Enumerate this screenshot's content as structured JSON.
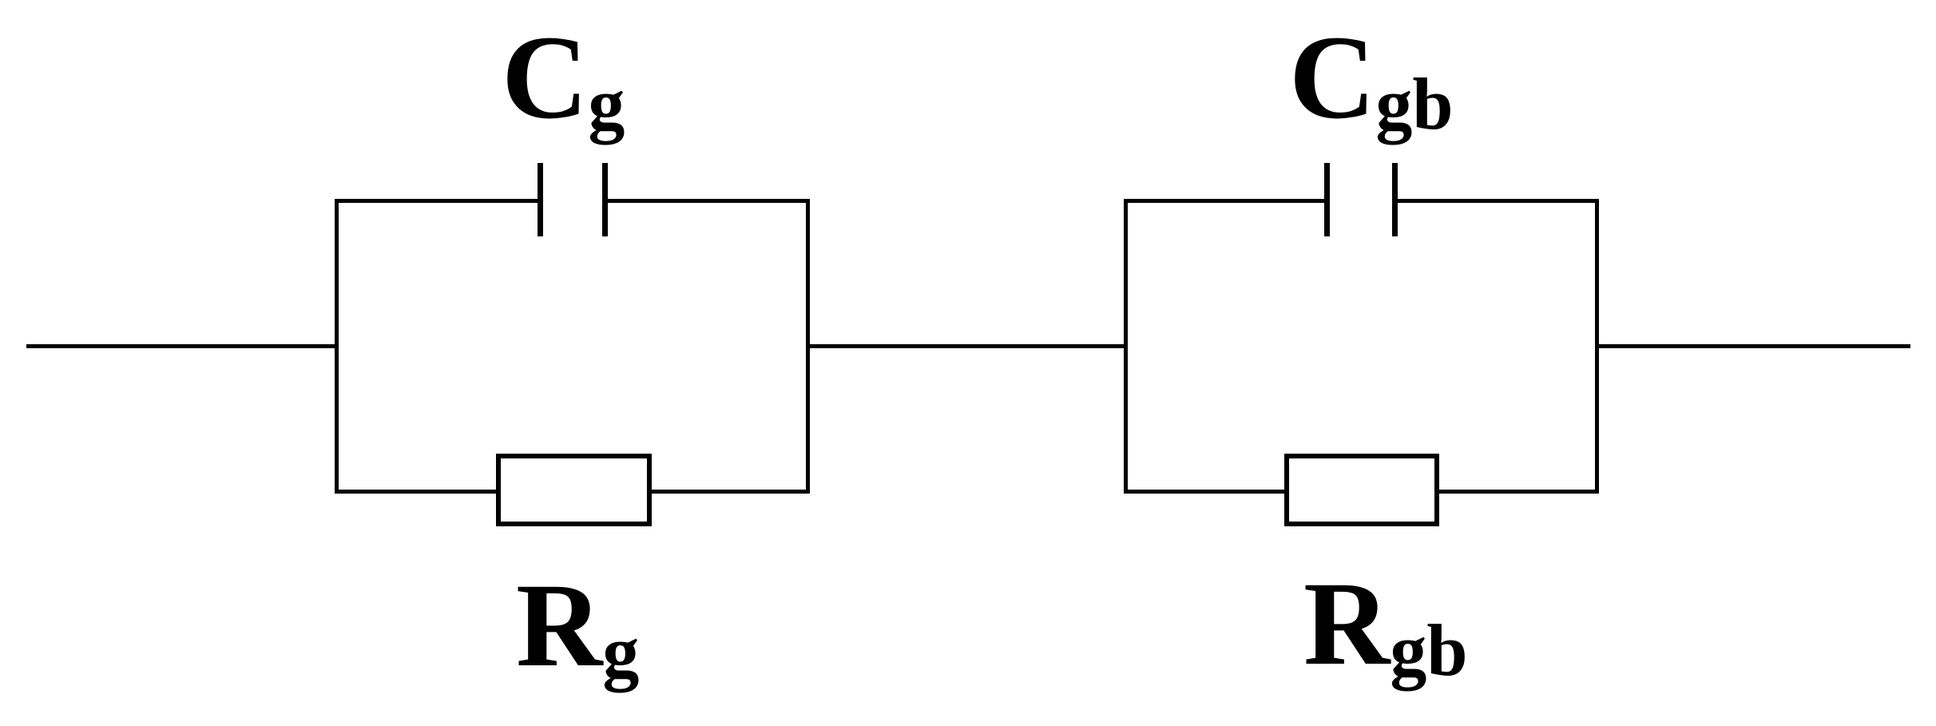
{
  "diagram": {
    "kind": "equivalent-circuit",
    "background_color": "#ffffff",
    "line_color": "#000000",
    "structure": "Two parallel RC loops connected in series by a horizontal wire, with open lead wires extending to the far left and far right",
    "components": [
      {
        "name": "parallel-rc-1",
        "capacitor": {
          "symbol": "C",
          "subscript": "g",
          "label": "Cg",
          "position": "top branch"
        },
        "resistor": {
          "symbol": "R",
          "subscript": "g",
          "label": "Rg",
          "position": "bottom branch"
        }
      },
      {
        "name": "parallel-rc-2",
        "capacitor": {
          "symbol": "C",
          "subscript": "gb",
          "label": "Cgb",
          "position": "top branch"
        },
        "resistor": {
          "symbol": "R",
          "subscript": "gb",
          "label": "Rgb",
          "position": "bottom branch"
        }
      }
    ]
  }
}
